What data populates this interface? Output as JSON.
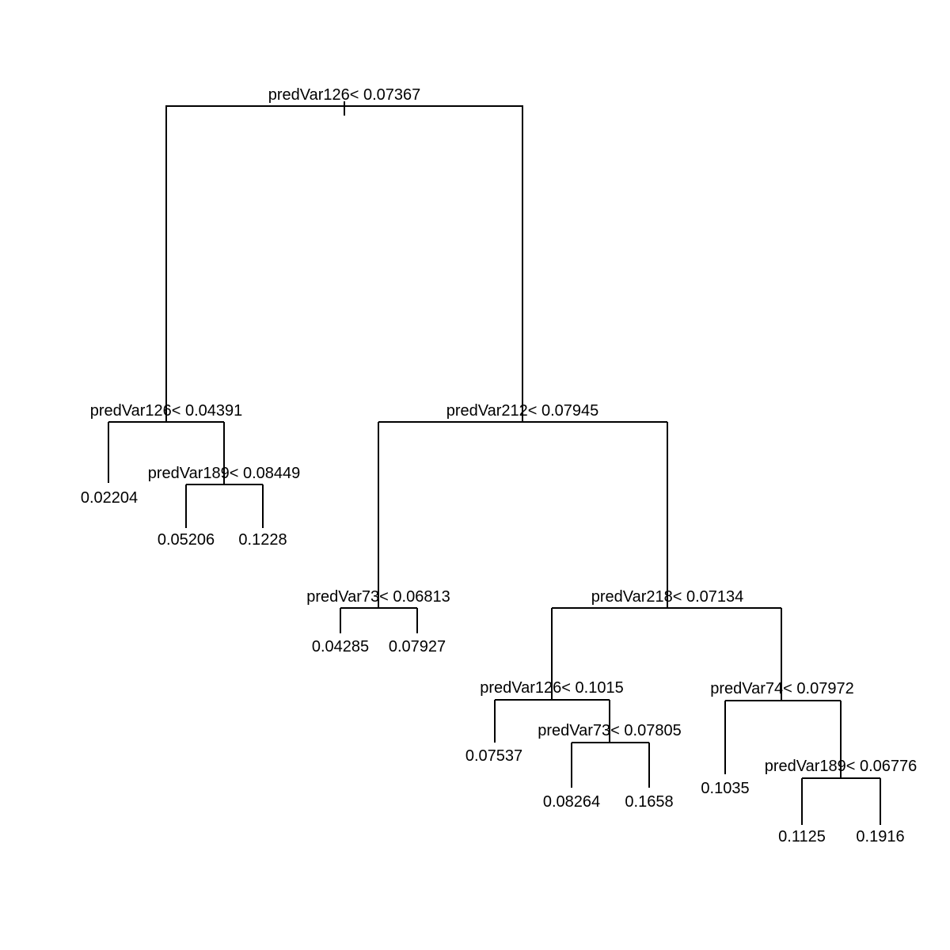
{
  "figure": {
    "background_color": "#ffffff",
    "line_color": "#000000",
    "text_color": "#000000"
  },
  "tree": {
    "root": {
      "split": "predVar126< 0.07367",
      "left": {
        "split": "predVar126< 0.04391",
        "left": {
          "leaf": "0.02204"
        },
        "right": {
          "split": "predVar189< 0.08449",
          "left": {
            "leaf": "0.05206"
          },
          "right": {
            "leaf": "0.1228"
          }
        }
      },
      "right": {
        "split": "predVar212< 0.07945",
        "left": {
          "split": "predVar73< 0.06813",
          "left": {
            "leaf": "0.04285"
          },
          "right": {
            "leaf": "0.07927"
          }
        },
        "right": {
          "split": "predVar218< 0.07134",
          "left": {
            "split": "predVar126< 0.1015",
            "left": {
              "leaf": "0.07537"
            },
            "right": {
              "split": "predVar73< 0.07805",
              "left": {
                "leaf": "0.08264"
              },
              "right": {
                "leaf": "0.1658"
              }
            }
          },
          "right": {
            "split": "predVar74< 0.07972",
            "left": {
              "leaf": "0.1035"
            },
            "right": {
              "split": "predVar189< 0.06776",
              "left": {
                "leaf": "0.1125"
              },
              "right": {
                "leaf": "0.1916"
              }
            }
          }
        }
      }
    }
  }
}
